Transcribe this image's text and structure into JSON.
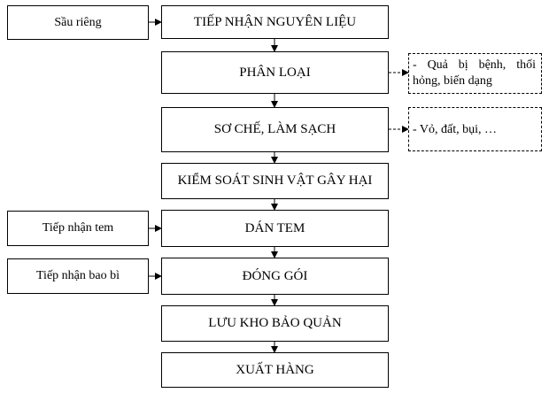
{
  "flow": {
    "steps": [
      {
        "label": "TIẾP NHẬN NGUYÊN LIỆU"
      },
      {
        "label": "PHÂN LOẠI"
      },
      {
        "label": "SƠ CHẾ, LÀM SẠCH"
      },
      {
        "label": "KIỂM SOÁT SINH VẬT GÂY HẠI"
      },
      {
        "label": "DÁN TEM"
      },
      {
        "label": "ĐÓNG GÓI"
      },
      {
        "label": "LƯU KHO BẢO QUẢN"
      },
      {
        "label": "XUẤT HÀNG"
      }
    ],
    "inputs": [
      {
        "label": "Sầu riêng"
      },
      {
        "label": "Tiếp nhận tem"
      },
      {
        "label": "Tiếp nhận bao bì"
      }
    ],
    "notes": [
      {
        "label": "- Quả bị bệnh, thối hỏng, biến dạng"
      },
      {
        "label": "- Vỏ, đất, bụi, …"
      }
    ]
  }
}
